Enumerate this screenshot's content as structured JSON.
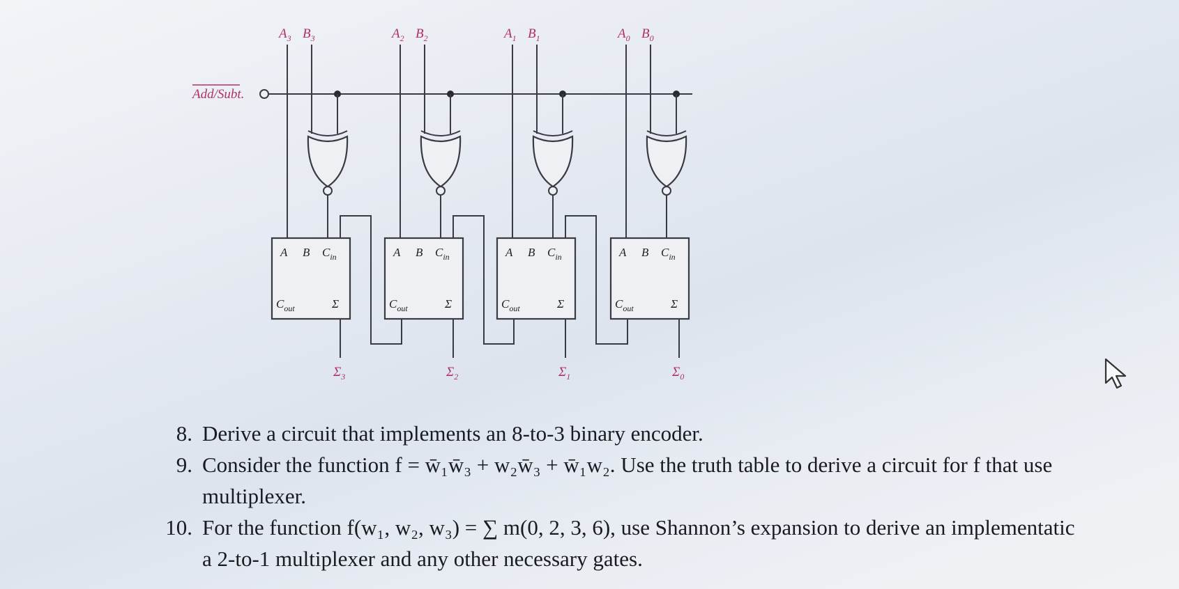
{
  "diagram": {
    "control_label": "Add/Subt.",
    "inputs": [
      {
        "a": "A",
        "a_sub": "3",
        "b": "B",
        "b_sub": "3"
      },
      {
        "a": "A",
        "a_sub": "2",
        "b": "B",
        "b_sub": "2"
      },
      {
        "a": "A",
        "a_sub": "1",
        "b": "B",
        "b_sub": "1"
      },
      {
        "a": "A",
        "a_sub": "0",
        "b": "B",
        "b_sub": "0"
      }
    ],
    "adder_pins": {
      "a": "A",
      "b": "B",
      "cin": "C",
      "cin_sub": "in",
      "cout": "C",
      "cout_sub": "out",
      "sum": "Σ"
    },
    "outputs": [
      {
        "sym": "Σ",
        "sub": "3"
      },
      {
        "sym": "Σ",
        "sub": "2"
      },
      {
        "sym": "Σ",
        "sub": "1"
      },
      {
        "sym": "Σ",
        "sub": "0"
      }
    ]
  },
  "problems": [
    {
      "number": "8.",
      "lines": [
        "Derive a circuit that implements an 8-to-3 binary encoder."
      ]
    },
    {
      "number": "9.",
      "lines": [
        "Consider the function f = w̄₁w̄₃ + w₂w̄₃ + w̄₁w₂. Use the truth table to derive a circuit for f that use",
        "multiplexer."
      ]
    },
    {
      "number": "10.",
      "lines": [
        "For the function f(w₁, w₂, w₃) = ∑ m(0, 2, 3, 6), use Shannon’s expansion to derive an implementatic",
        "a 2-to-1 multiplexer and any other necessary gates."
      ]
    }
  ],
  "icons": {
    "pointer": "mouse-cursor-icon"
  }
}
